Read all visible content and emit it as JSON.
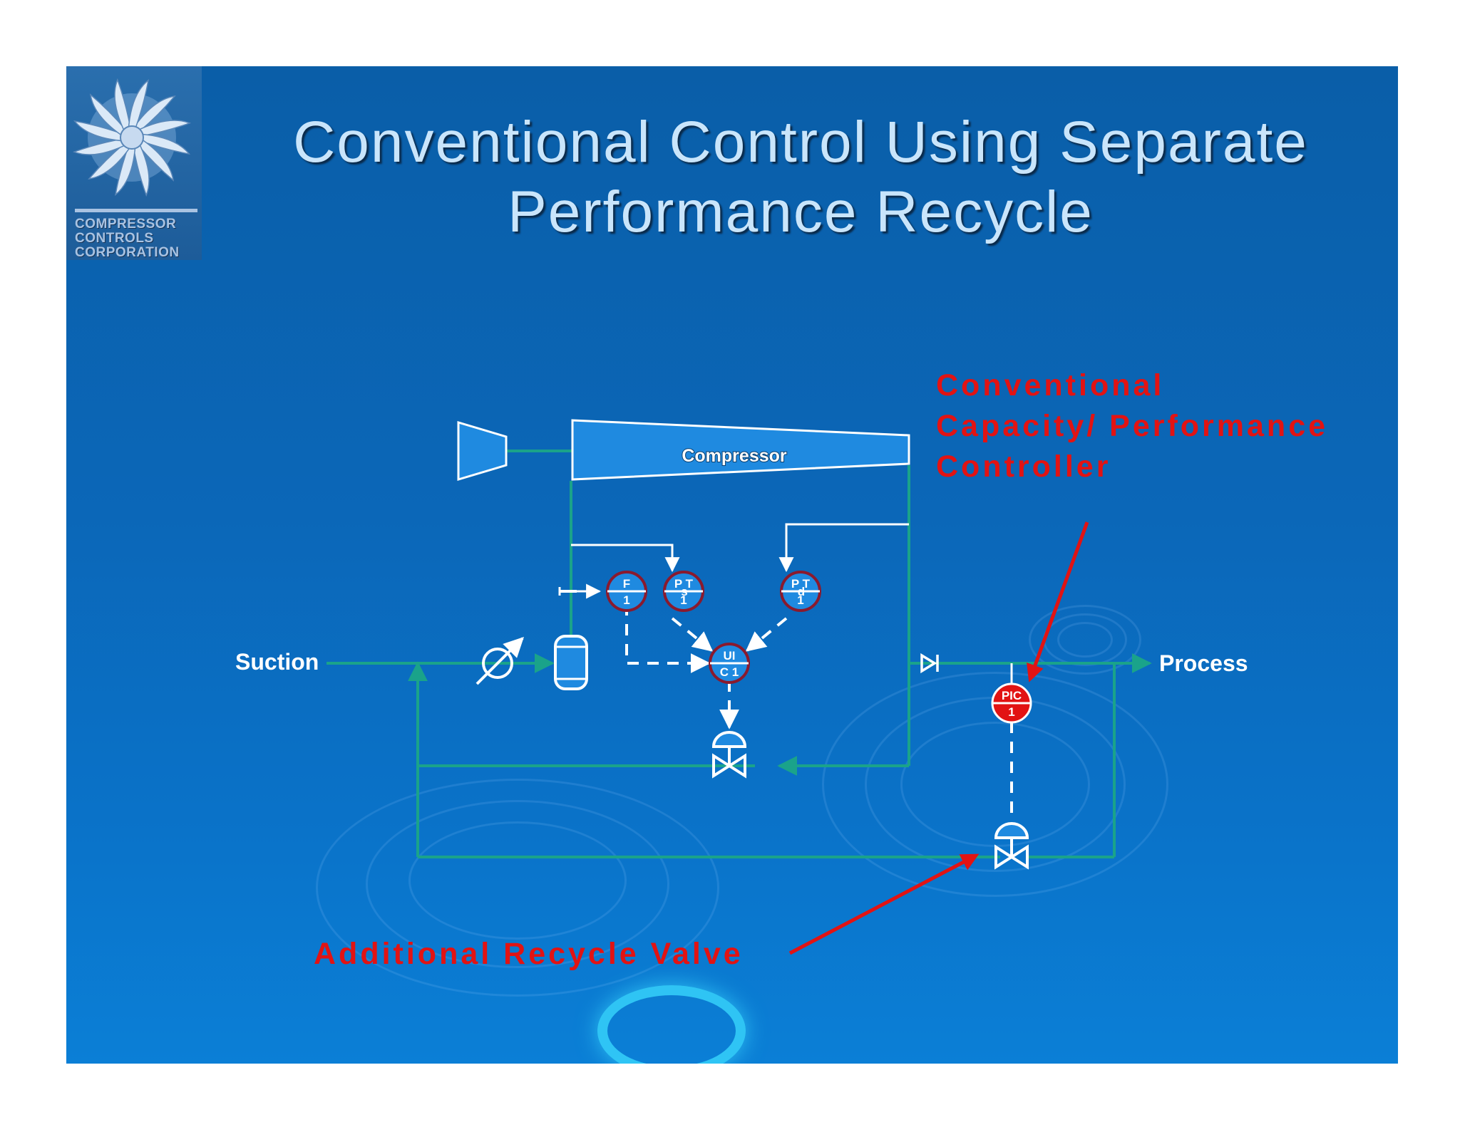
{
  "slide": {
    "title_line1": "Conventional Control Using Separate",
    "title_line2": "Performance Recycle"
  },
  "logo": {
    "line1": "COMPRESSOR",
    "line2": "CONTROLS",
    "line3": "CORPORATION"
  },
  "diagram": {
    "compressor_label": "Compressor",
    "suction_label": "Suction",
    "process_label": "Process",
    "instruments": {
      "ft": {
        "top": "F",
        "bottom": "1"
      },
      "pts": {
        "top": "P T",
        "sub": "s",
        "bottom": "1"
      },
      "ptd": {
        "top": "P T",
        "sub": "d",
        "bottom": "1"
      },
      "uic": {
        "top": "UI",
        "bottom": "C 1"
      },
      "pic": {
        "top": "PIC",
        "bottom": "1"
      }
    }
  },
  "annotations": {
    "controller_line1": "Conventional",
    "controller_line2": "Capacity/ Performance",
    "controller_line3": "Controller",
    "valve_label": "Additional Recycle Valve"
  },
  "colors": {
    "background": "#0b67b8",
    "pipe": "#1aa38a",
    "signal": "#ffffff",
    "annotation": "#e21313",
    "equipment_fill": "#1f8ae0"
  }
}
